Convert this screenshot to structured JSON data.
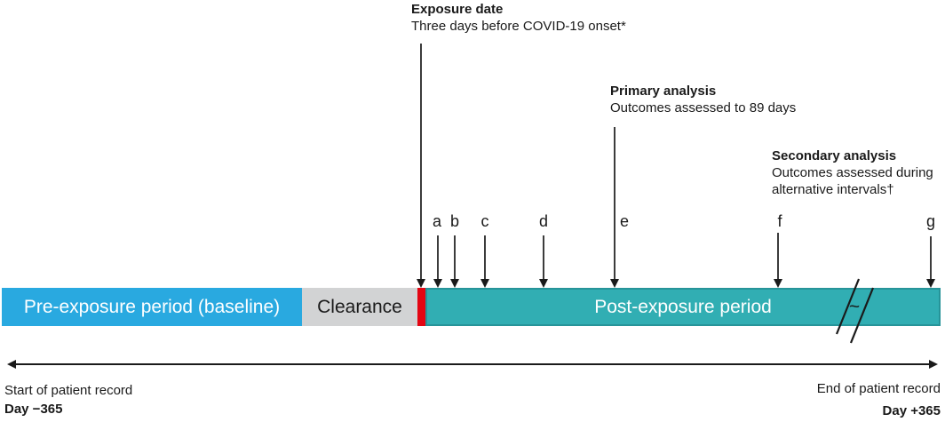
{
  "figure": {
    "annotations": {
      "exposure": {
        "title": "Exposure date",
        "subtitle": "Three days before COVID-19 onset*"
      },
      "primary": {
        "title": "Primary analysis",
        "subtitle": "Outcomes assessed to 89 days"
      },
      "secondary": {
        "title": "Secondary analysis",
        "subtitle_line1": "Outcomes assessed during",
        "subtitle_line2": "alternative intervals†"
      }
    },
    "markers": [
      "a",
      "b",
      "c",
      "d",
      "e",
      "f",
      "g"
    ],
    "timeline": {
      "segments": [
        {
          "name": "pre-exposure-period",
          "label": "Pre-exposure period (baseline)",
          "color": "#29A9E0",
          "text_color": "#ffffff"
        },
        {
          "name": "clearance-period",
          "label": "Clearance",
          "color": "#D2D3D4",
          "text_color": "#1a1a1a"
        },
        {
          "name": "exposure-date-marker",
          "label": "",
          "color": "#E30613",
          "text_color": "#ffffff"
        },
        {
          "name": "post-exposure-period",
          "label": "Post-exposure period",
          "color": "#31AEB3",
          "text_color": "#ffffff"
        }
      ],
      "axis_break_symbol": "~"
    },
    "footer": {
      "start_label": "Start of patient record",
      "start_day": "Day −365",
      "end_label": "End of patient record",
      "end_day": "Day +365"
    }
  }
}
